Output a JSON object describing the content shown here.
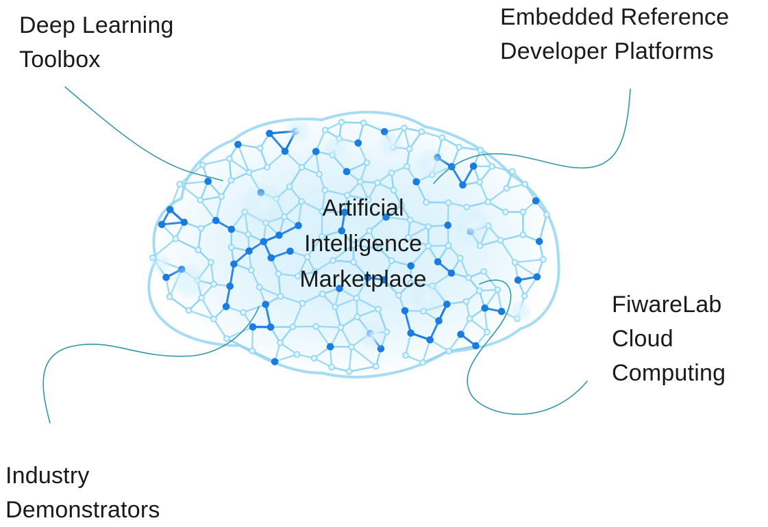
{
  "center": {
    "lines": [
      "Artificial",
      "Intelligence",
      "Marketplace"
    ]
  },
  "nodes": [
    {
      "id": "deep-learning",
      "lines": [
        "Deep Learning",
        "Toolbox"
      ]
    },
    {
      "id": "embedded",
      "lines": [
        "Embedded Reference",
        "Developer Platforms"
      ]
    },
    {
      "id": "fiware",
      "lines": [
        "FiwareLab",
        "Cloud",
        "Computing"
      ]
    },
    {
      "id": "industry",
      "lines": [
        "Industry",
        "Demonstrators"
      ]
    }
  ],
  "colors": {
    "connector": "#2f97a8",
    "brain_dark": "#1a7be0",
    "brain_light": "#8fd3f2",
    "brain_glow": "#c9ecfb",
    "text": "#1a1a1a"
  },
  "icons": {
    "brain": "brain-network-icon"
  }
}
